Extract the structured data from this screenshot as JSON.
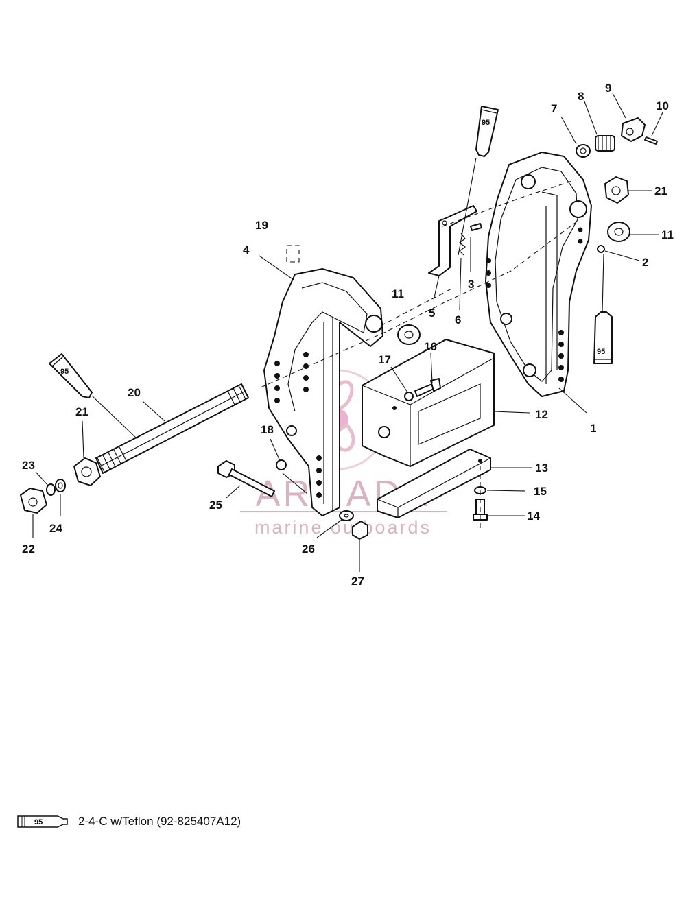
{
  "callouts": [
    {
      "id": "c1",
      "text": "1"
    },
    {
      "id": "c2",
      "text": "2"
    },
    {
      "id": "c3",
      "text": "3"
    },
    {
      "id": "c4",
      "text": "4"
    },
    {
      "id": "c5",
      "text": "5"
    },
    {
      "id": "c6",
      "text": "6"
    },
    {
      "id": "c7",
      "text": "7"
    },
    {
      "id": "c8",
      "text": "8"
    },
    {
      "id": "c9",
      "text": "9"
    },
    {
      "id": "c10",
      "text": "10"
    },
    {
      "id": "c11a",
      "text": "11"
    },
    {
      "id": "c11b",
      "text": "11"
    },
    {
      "id": "c12",
      "text": "12"
    },
    {
      "id": "c13",
      "text": "13"
    },
    {
      "id": "c14",
      "text": "14"
    },
    {
      "id": "c15",
      "text": "15"
    },
    {
      "id": "c16",
      "text": "16"
    },
    {
      "id": "c17",
      "text": "17"
    },
    {
      "id": "c18",
      "text": "18"
    },
    {
      "id": "c19",
      "text": "19"
    },
    {
      "id": "c20",
      "text": "20"
    },
    {
      "id": "c21a",
      "text": "21"
    },
    {
      "id": "c21b",
      "text": "21"
    },
    {
      "id": "c22",
      "text": "22"
    },
    {
      "id": "c23",
      "text": "23"
    },
    {
      "id": "c24",
      "text": "24"
    },
    {
      "id": "c25",
      "text": "25"
    },
    {
      "id": "c26",
      "text": "26"
    },
    {
      "id": "c27",
      "text": "27"
    }
  ],
  "lubricant_tube_label": "95",
  "legend": {
    "tube_label": "95",
    "text": "2-4-C w/Teflon (92-825407A12)"
  },
  "watermark": {
    "brand": "ARMADA",
    "tagline": "marine outboards",
    "color": "#d2a6b8",
    "accent_color": "#e8a6c8"
  }
}
